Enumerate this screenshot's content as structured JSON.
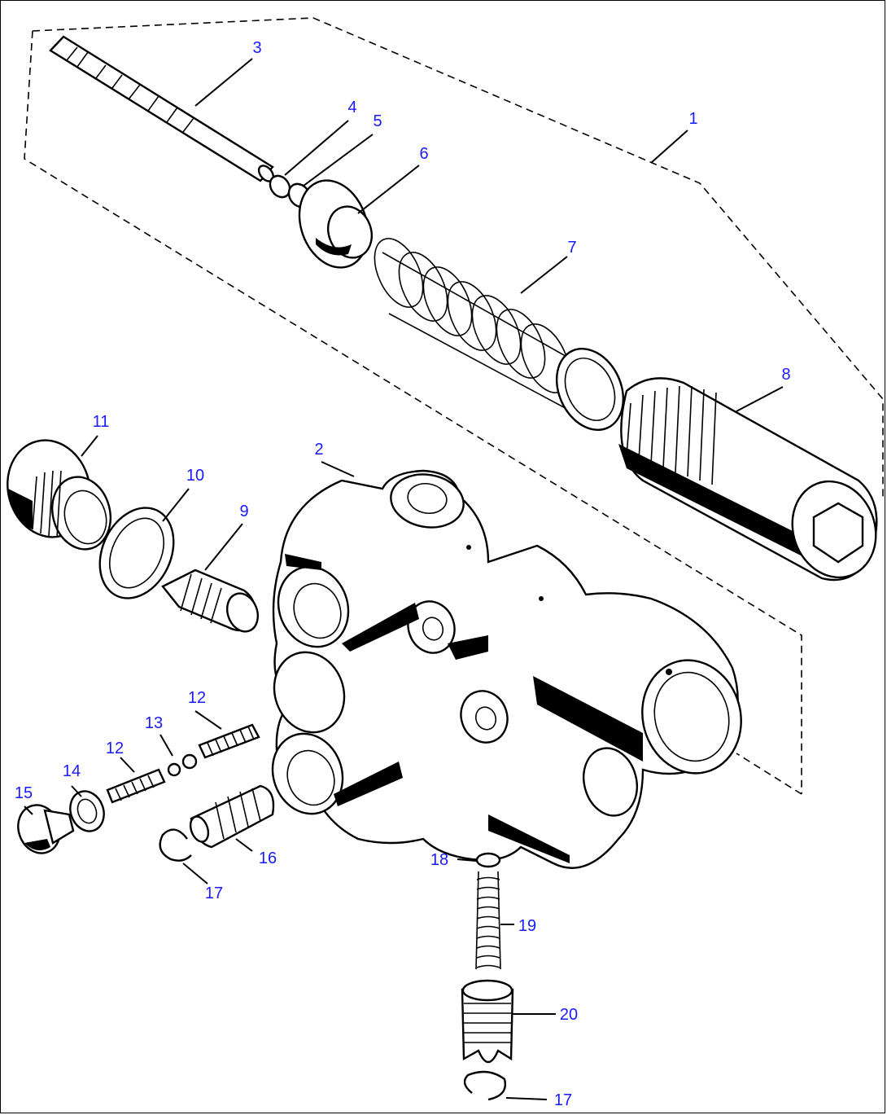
{
  "diagram": {
    "labels": {
      "p1": "1",
      "p2": "2",
      "p3": "3",
      "p4": "4",
      "p5": "5",
      "p6": "6",
      "p7": "7",
      "p8": "8",
      "p9": "9",
      "p10": "10",
      "p11": "11",
      "p12a": "12",
      "p12b": "12",
      "p13": "13",
      "p14": "14",
      "p15": "15",
      "p16": "16",
      "p17a": "17",
      "p17b": "17",
      "p18": "18",
      "p19": "19",
      "p20": "20"
    },
    "colors": {
      "label": "#1a1aff",
      "line": "#000000",
      "background": "#ffffff"
    }
  }
}
